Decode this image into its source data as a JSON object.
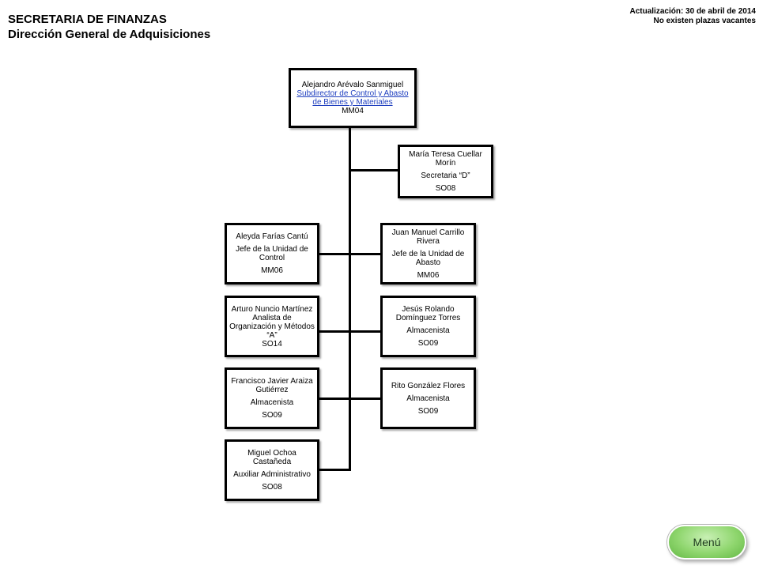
{
  "header": {
    "title": "SECRETARIA DE FINANZAS",
    "subtitle": "Dirección General de Adquisiciones",
    "update_line1": "Actualización: 30 de abril de 2014",
    "update_line2": "No existen plazas vacantes"
  },
  "org": {
    "head": {
      "name": "Alejandro Arévalo Sanmiguel",
      "role": "Subdirector de Control y Abasto de Bienes y Materiales",
      "code": "MM04"
    },
    "secretary": {
      "name": "María Teresa Cuellar Morín",
      "role": "Secretaria “D”",
      "code": "SO08"
    },
    "left": [
      {
        "name": "Aleyda Farías Cantú",
        "role": "Jefe de la Unidad de Control",
        "code": "MM06"
      },
      {
        "name": "Arturo Nuncio Martínez",
        "role": "Analista de Organización y Métodos “A”",
        "code": "SO14"
      },
      {
        "name": "Francisco Javier Araiza Gutiérrez",
        "role": "Almacenista",
        "code": "SO09"
      },
      {
        "name": "Miguel Ochoa Castañeda",
        "role": "Auxiliar Administrativo",
        "code": "SO08"
      }
    ],
    "right": [
      {
        "name": "Juan Manuel Carrillo Rivera",
        "role": "Jefe de la Unidad de Abasto",
        "code": "MM06"
      },
      {
        "name": "Jesús Rolando Domínguez Torres",
        "role": "Almacenista",
        "code": "SO09"
      },
      {
        "name": "Rito González Flores",
        "role": "Almacenista",
        "code": "SO09"
      }
    ]
  },
  "menu": {
    "label": "Menú",
    "color": "#8fd66e"
  }
}
